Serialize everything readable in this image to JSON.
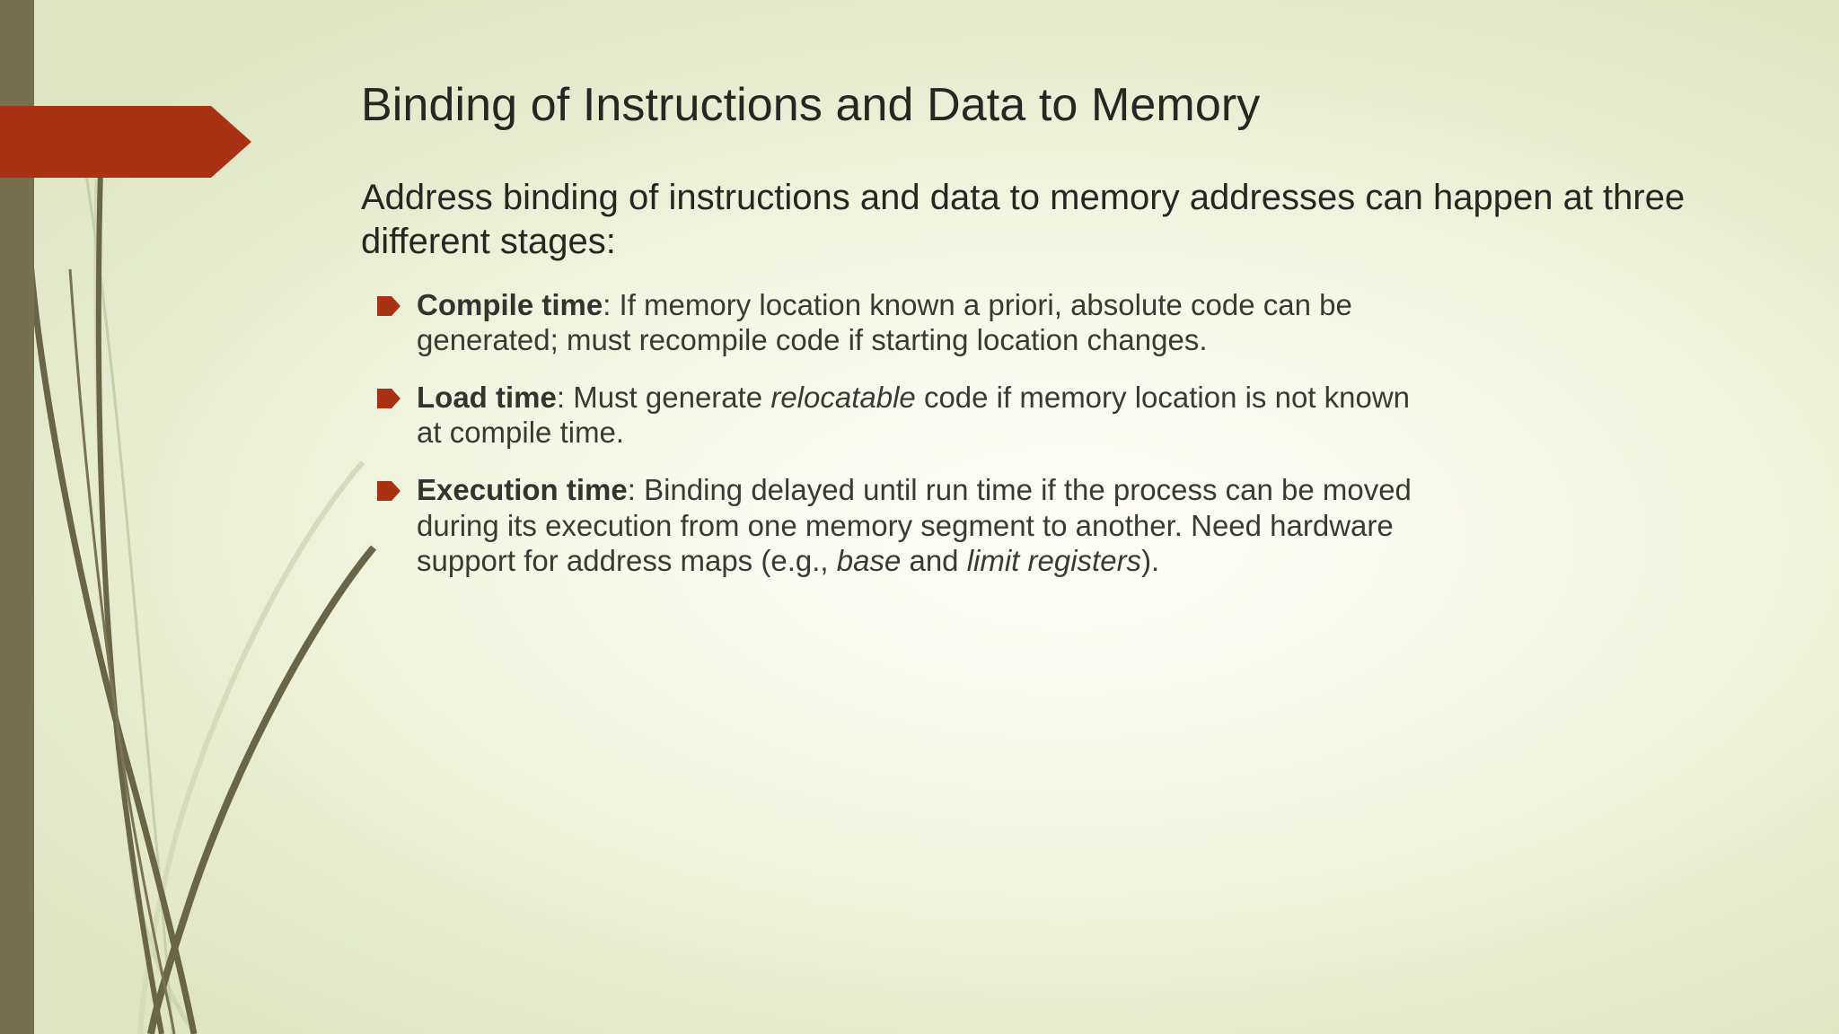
{
  "slide": {
    "title": "Binding of Instructions and Data to Memory",
    "intro": "Address binding of instructions and data to memory addresses can happen at three different stages:",
    "bullets": [
      {
        "lead": "Compile time",
        "separator": ":  ",
        "body_before_italic": "If memory location known a priori, absolute code can be generated; must recompile code if starting location changes.",
        "italic": "",
        "body_after_italic": ""
      },
      {
        "lead": "Load time",
        "separator": ":  ",
        "body_before_italic": "Must generate ",
        "italic": "relocatable",
        "body_after_italic": " code if memory location is not known at compile time."
      },
      {
        "lead": "Execution time",
        "separator": ":  ",
        "body_before_italic": "Binding delayed until run time if the process can be moved during its execution from one memory segment to another.  Need hardware support for address maps (e.g., ",
        "italic": "base",
        "body_mid": " and ",
        "italic2": "limit registers",
        "body_after_italic": ")."
      }
    ]
  },
  "theme": {
    "name": "austin",
    "accent_red": "#A93114",
    "left_bar_olive": "#77704F",
    "background_edge": "#DFE5C4",
    "background_center": "#FCFDF6",
    "title_color": "#262623",
    "body_color": "#3A3A35",
    "stem_dark": "#6A6547",
    "stem_light": "#CFD6B4"
  }
}
